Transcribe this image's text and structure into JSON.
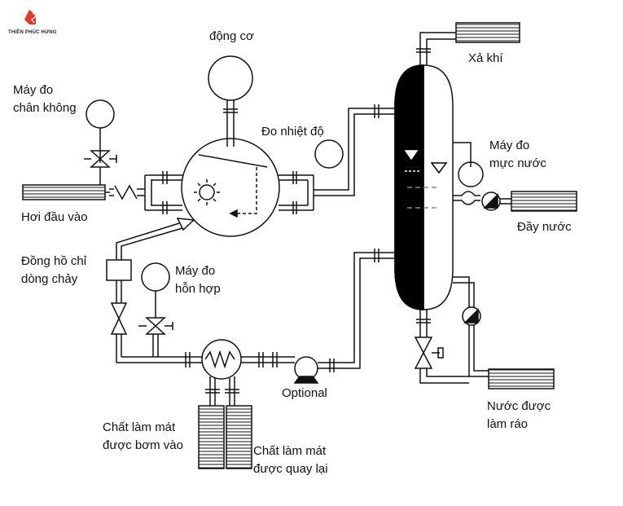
{
  "logo": {
    "text": "THIÊN PHÚC HƯNG",
    "color": "#d93a2b"
  },
  "labels": {
    "dong_co": "động cơ",
    "may_do_chan_khong_1": "Máy đo",
    "may_do_chan_khong_2": "chân không",
    "hoi_dau_vao": "Hơi đầu vào",
    "do_nhiet_do": "Đo nhiệt độ",
    "dong_ho_1": "Đồng hồ chỉ",
    "dong_ho_2": "dòng chảy",
    "may_do_hon_hop_1": "Máy đo",
    "may_do_hon_hop_2": "hỗn hợp",
    "optional": "Optional",
    "chat_lam_mat_bom_1": "Chất làm mát",
    "chat_lam_mat_bom_2": "được bơm vào",
    "chat_lam_mat_quay_1": "Chất làm mát",
    "chat_lam_mat_quay_2": "được quay lại",
    "xa_khi": "Xả khí",
    "may_do_muc_nuoc_1": "Máy đo",
    "may_do_muc_nuoc_2": "mực nước",
    "day_nuoc": "Đầy nước",
    "nuoc_lam_rao_1": "Nước được",
    "nuoc_lam_rao_2": "làm ráo"
  }
}
